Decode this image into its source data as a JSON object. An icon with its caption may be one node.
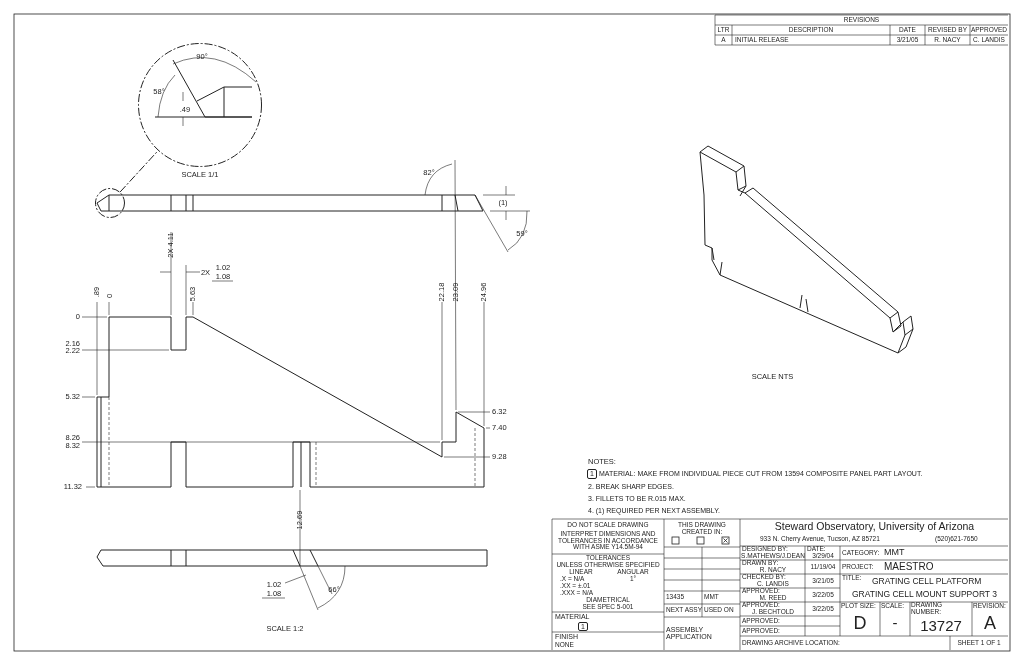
{
  "diagram": {
    "nodes": [
      {
        "text": [],
        "shape": "circle",
        "beside": [
          "SCALE 1/1"
        ]
      },
      {
        "text": [],
        "shape": "circle"
      }
    ],
    "edges": [
      {
        "from": 1,
        "to": 0,
        "arrow": "none",
        "style": "dashed"
      }
    ],
    "labels": [
      "REVISIONS",
      "LTR",
      "DESCRIPTION",
      "DATE",
      "REVISED BY",
      "APPROVED",
      "A",
      "INITIAL RELEASE",
      "3/21/05",
      "R. NACY",
      "C. LANDIS",
      "90°",
      "58°",
      ".49",
      "82°",
      "(1)",
      "59°",
      "SCALE NTS",
      "2X 4.11",
      "2X",
      "1.02",
      "1.08",
      ".89",
      "0",
      "5.63",
      "22.18",
      "23.09",
      "24.96",
      "0",
      "2.16",
      "2.22",
      "5.32",
      "6.32",
      "7.40",
      "8.26",
      "8.32",
      "9.28",
      "11.32",
      "NOTES:",
      "1",
      "MATERIAL: MAKE FROM INDIVIDUAL PIECE CUT FROM 13594 COMPOSITE PANEL PART LAYOUT.",
      "2. BREAK SHARP EDGES.",
      "3. FILLETS TO BE R.015 MAX.",
      "4. (1) REQUIRED PER NEXT ASSEMBLY.",
      "12.69",
      "1.02",
      "1.08",
      "66°",
      "SCALE 1:2",
      "DO NOT SCALE DRAWING",
      "INTERPRET DIMENSIONS AND TOLERANCES IN ACCORDANCE WITH ASME Y14.5M-94",
      "TOLERANCES",
      "UNLESS OTHERWISE SPECIFIED",
      "LINEAR",
      "ANGULAR",
      ".X = N/A",
      ".XX = ±.01",
      ".XXX = N/A",
      "1°",
      "DIAMETRICAL",
      "SEE SPEC 5-001",
      "MATERIAL",
      "1",
      "FINISH",
      "NONE",
      "THIS DRAWING CREATED IN:",
      "13435",
      "MMT",
      "NEXT ASSY",
      "USED ON",
      "ASSEMBLY APPLICATION",
      "Steward Observatory, University of Arizona",
      "933 N. Cherry Avenue, Tucson, AZ 85721",
      "(520)621-7650",
      "DESIGNED BY:",
      "S.MATHEWS/J.DEAN",
      "DATE:",
      "3/29/04",
      "CATEGORY:",
      "MMT",
      "DRAWN BY:",
      "R. NACY",
      "11/19/04",
      "PROJECT:",
      "MAESTRO",
      "CHECKED BY:",
      "C. LANDIS",
      "3/21/05",
      "TITLE:",
      "GRATING CELL PLATFORM",
      "GRATING CELL MOUNT SUPPORT 3",
      "APPROVED:",
      "M. REED",
      "3/22/05",
      "APPROVED:",
      "J. BECHTOLD",
      "3/22/05",
      "APPROVED:",
      "PLOT SIZE:",
      "SCALE:",
      "DRAWING NUMBER:",
      "REVISION:",
      "APPROVED:",
      "D",
      "-",
      "13727",
      "A",
      "DRAWING ARCHIVE LOCATION:",
      "SHEET 1 OF 1"
    ]
  }
}
